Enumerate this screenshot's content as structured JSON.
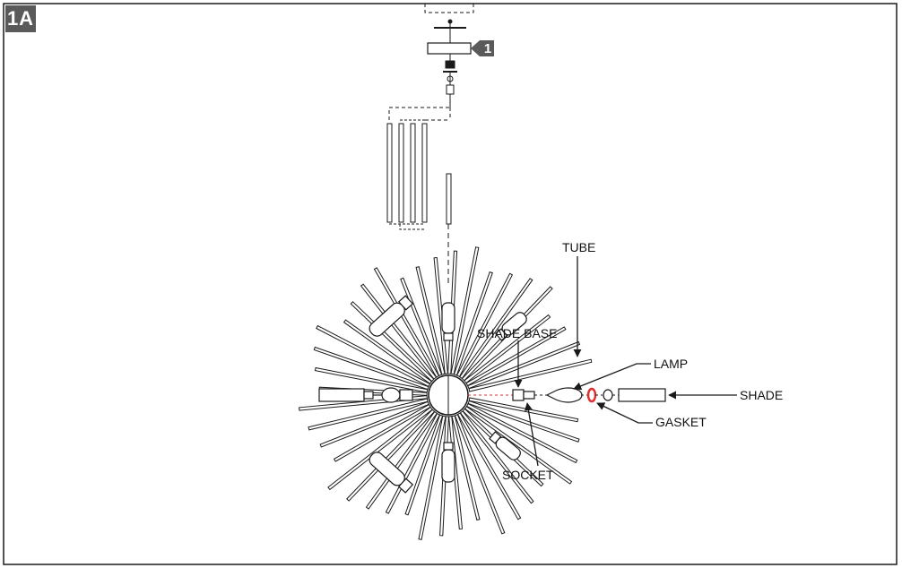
{
  "figure": {
    "stage_label": "1A",
    "step_tag": "1"
  },
  "callouts": {
    "tube": "TUBE",
    "shade_base": "SHADE BASE",
    "lamp": "LAMP",
    "shade": "SHADE",
    "gasket": "GASKET",
    "socket": "SOCKET"
  },
  "colors": {
    "line": "#1a1a1a",
    "badge": "#5a5a5a",
    "gasket_highlight": "#e03030"
  }
}
